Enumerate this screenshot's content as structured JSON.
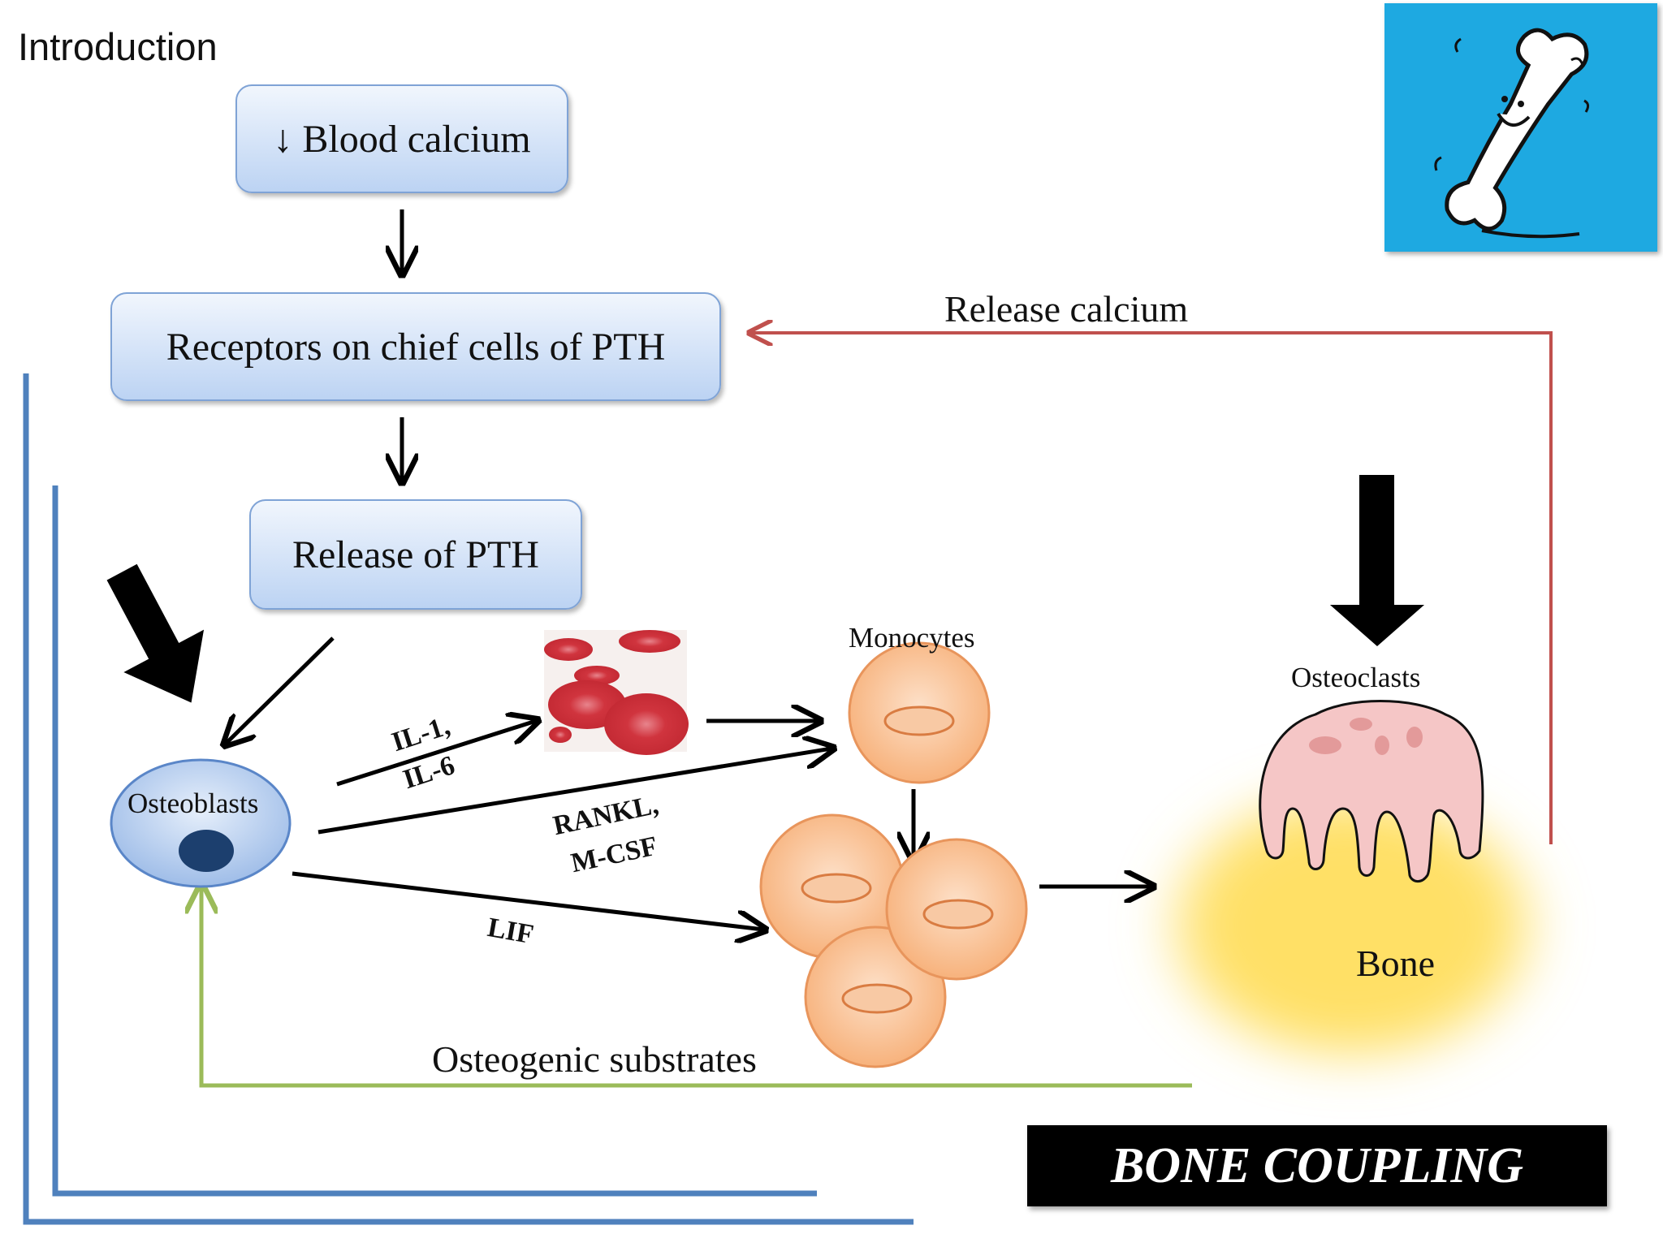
{
  "slide": {
    "heading": "Introduction"
  },
  "flow": {
    "blood_calcium": "↓ Blood calcium",
    "receptors": "Receptors on chief cells of PTH",
    "release_pth": "Release of PTH"
  },
  "cells": {
    "osteoblasts": "Osteoblasts",
    "monocytes": "Monocytes",
    "osteoclasts": "Osteoclasts",
    "bone": "Bone"
  },
  "signals": {
    "il1": "IL-1,",
    "il6": "IL-6",
    "rankl": "RANKL,",
    "mcsf": "M-CSF",
    "lif": "LIF"
  },
  "feedback": {
    "release_calcium": "Release calcium",
    "osteogenic": "Osteogenic substrates"
  },
  "banner": "BONE COUPLING",
  "colors": {
    "box_fill": "#bcd3f3",
    "box_border": "#7fa3d6",
    "cell_fill": "#f9c29a",
    "release_calcium_line": "#c0504d",
    "osteogenic_line": "#9bbb59",
    "frame_line": "#4f81bd",
    "bone_glow": "#ffe066",
    "clipart_bg": "#1ea9e1"
  }
}
